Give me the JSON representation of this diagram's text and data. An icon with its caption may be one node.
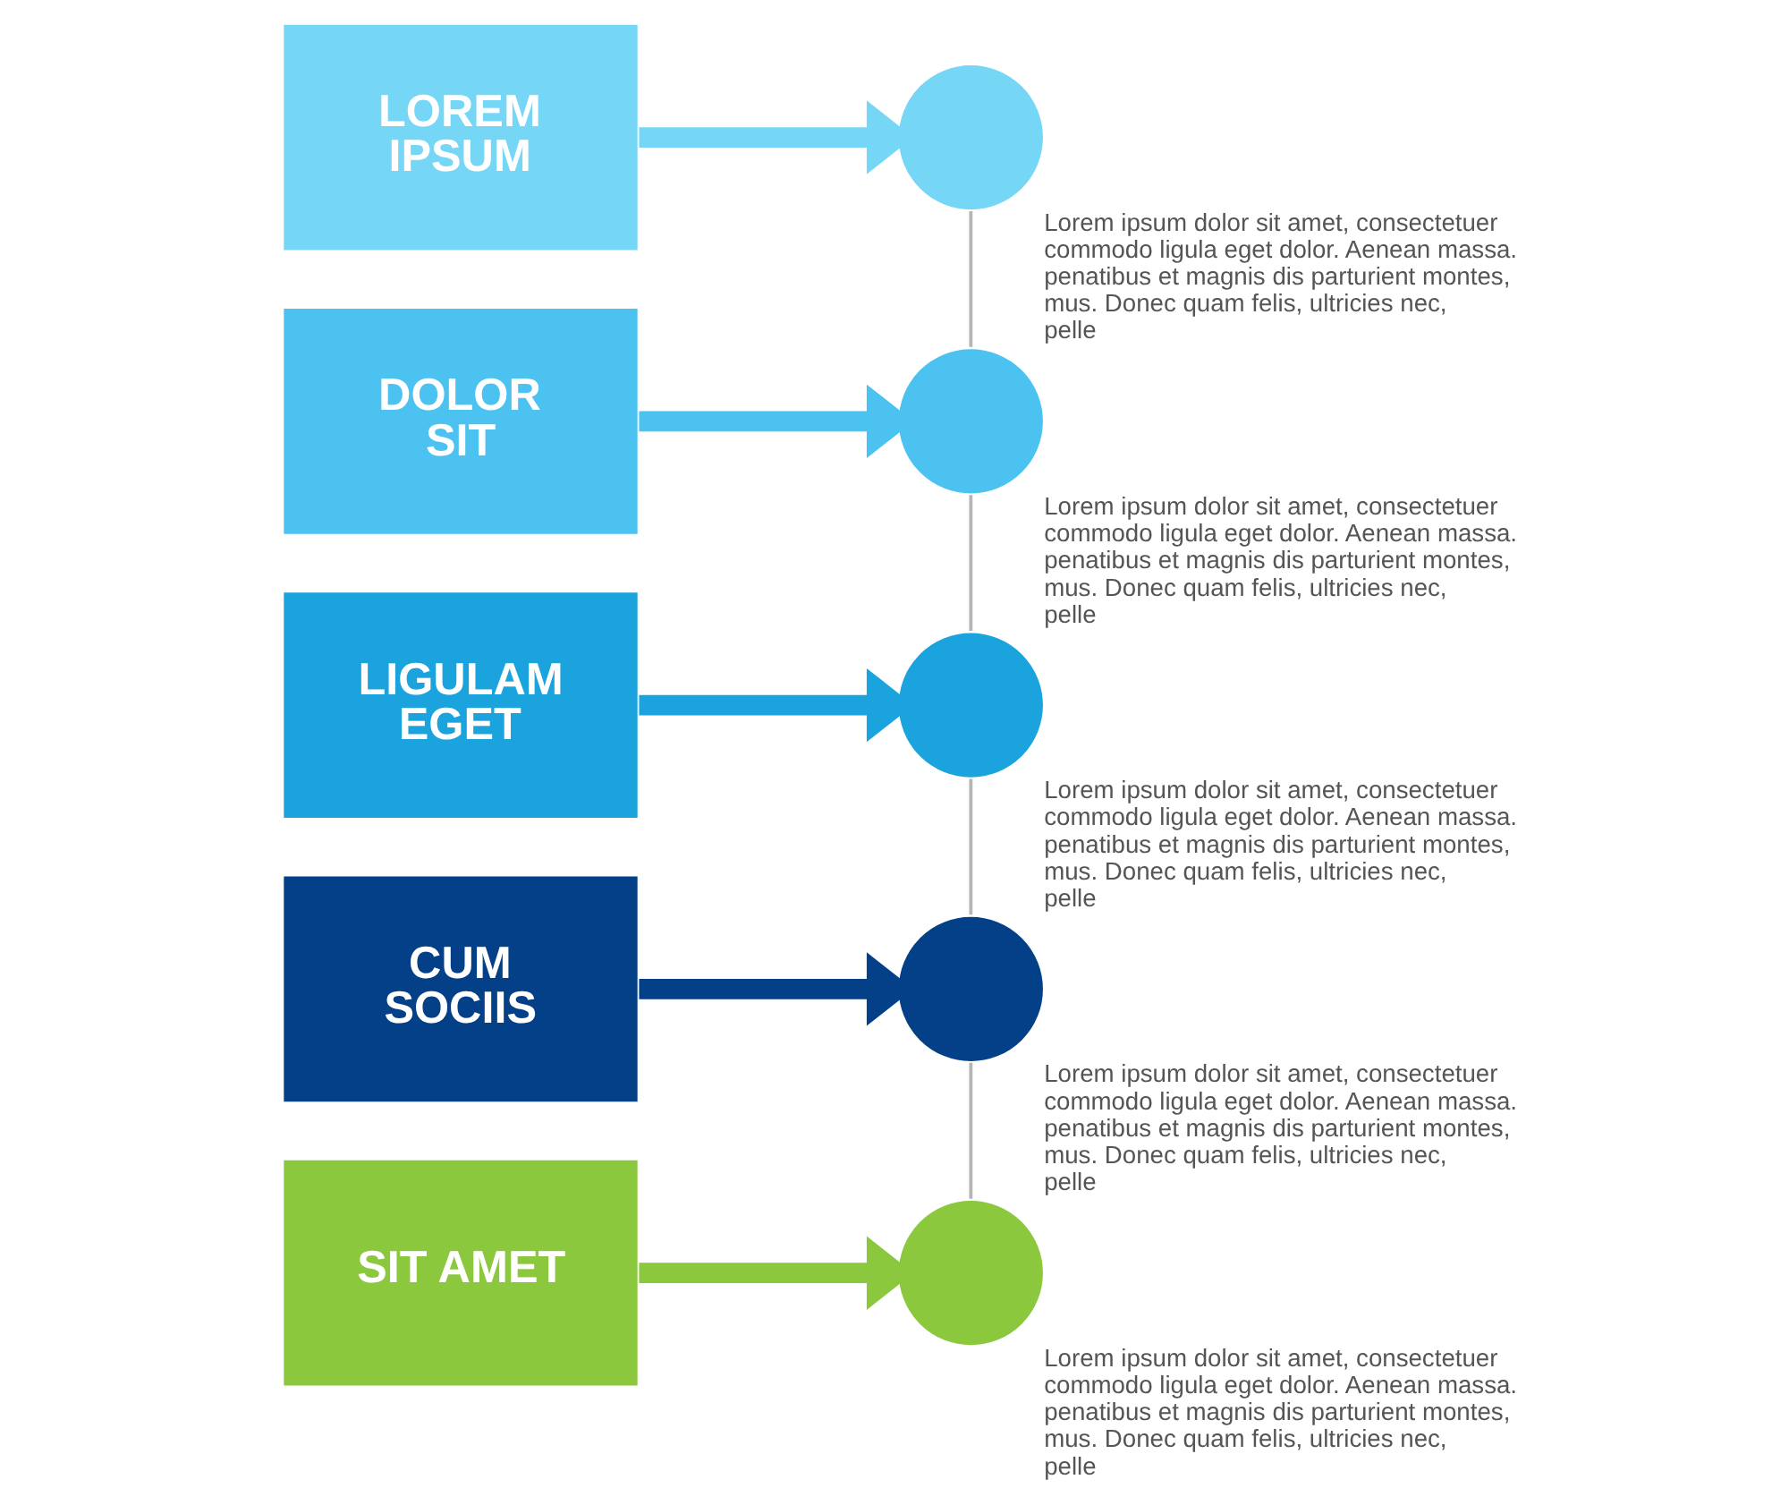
{
  "diagram": {
    "nodes": [
      {
        "text": [
          "LOREM IPSUM"
        ]
      },
      {
        "text": [
          "DOLOR SIT"
        ]
      },
      {
        "text": [
          "LIGULAM EGET"
        ]
      },
      {
        "text": [
          "CUM SOCIIS"
        ]
      },
      {
        "text": [
          "SIT AMET"
        ]
      },
      {
        "text": [],
        "shape": "circle",
        "beside": [
          "Lorem ipsum dolor sit amet, consectetuer commodo ligula eget dolor. Aenean massa. penatibus et magnis dis parturient montes, mus. Donec quam felis, ultricies nec, pelle"
        ]
      },
      {
        "text": [],
        "shape": "circle",
        "beside": [
          "Lorem ipsum dolor sit amet, consectetuer commodo ligula eget dolor. Aenean massa. penatibus et magnis dis parturient montes, mus. Donec quam felis, ultricies nec, pelle"
        ]
      },
      {
        "text": [],
        "shape": "circle",
        "beside": [
          "Lorem ipsum dolor sit amet, consectetuer commodo ligula eget dolor. Aenean massa. penatibus et magnis dis parturient montes, mus. Donec quam felis, ultricies nec, pelle"
        ]
      },
      {
        "text": [],
        "shape": "circle",
        "beside": [
          "Lorem ipsum dolor sit amet, consectetuer commodo ligula eget dolor. Aenean massa. penatibus et magnis dis parturient montes, mus. Donec quam felis, ultricies nec, pelle"
        ]
      },
      {
        "text": [],
        "shape": "circle",
        "beside": [
          "Lorem ipsum dolor sit amet, consectetuer commodo ligula eget dolor. Aenean massa. penatibus et magnis dis parturient montes, mus. Donec quam felis, ultricies nec, pelle"
        ]
      }
    ],
    "edges": [
      {
        "from": 0,
        "to": 5,
        "arrow": "to",
        "color": "#76d6f5"
      },
      {
        "from": 1,
        "to": 6,
        "arrow": "to",
        "color": "#4bc2f0"
      },
      {
        "from": 2,
        "to": 7,
        "arrow": "to",
        "color": "#1ba3dd"
      },
      {
        "from": 3,
        "to": 8,
        "arrow": "to",
        "color": "#034087"
      },
      {
        "from": 4,
        "to": 9,
        "arrow": "to",
        "color": "#8bc83d"
      },
      {
        "from": 5,
        "to": 6,
        "arrow": "none",
        "color": "#b5b5b5"
      },
      {
        "from": 6,
        "to": 7,
        "arrow": "none",
        "color": "#b5b5b5"
      },
      {
        "from": 7,
        "to": 8,
        "arrow": "none",
        "color": "#b5b5b5"
      },
      {
        "from": 8,
        "to": 9,
        "arrow": "none",
        "color": "#b5b5b5"
      }
    ]
  }
}
